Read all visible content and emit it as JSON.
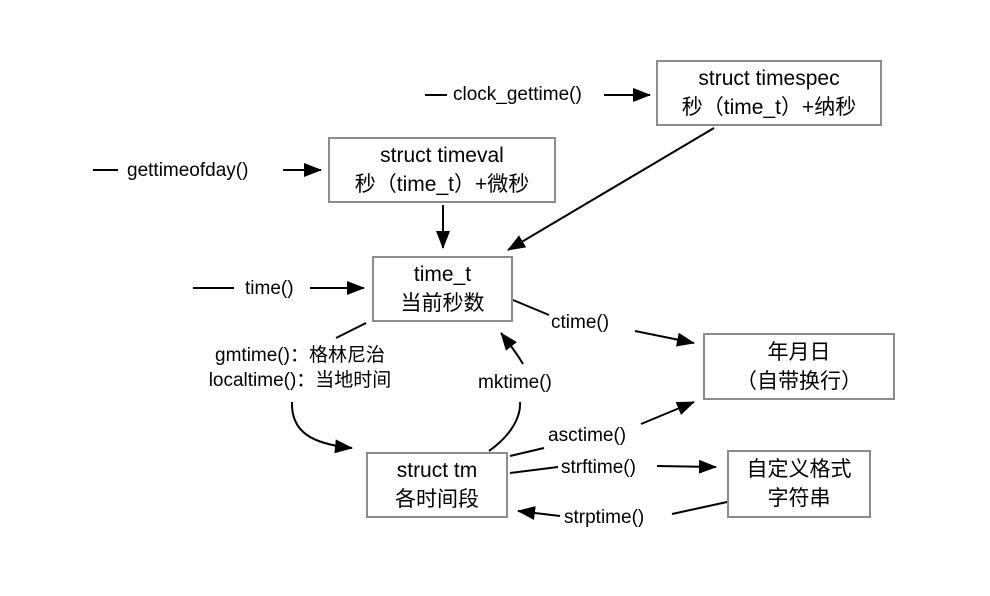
{
  "diagram": {
    "nodes": {
      "timespec": {
        "title": "struct timespec",
        "subtitle": "秒（time_t）+纳秒"
      },
      "timeval": {
        "title": "struct timeval",
        "subtitle": "秒（time_t）+微秒"
      },
      "time_t": {
        "title": "time_t",
        "subtitle": "当前秒数"
      },
      "ymd": {
        "title": "年月日",
        "subtitle": "（自带换行）"
      },
      "tm": {
        "title": "struct tm",
        "subtitle": "各时间段"
      },
      "custom": {
        "title": "自定义格式",
        "subtitle": "字符串"
      }
    },
    "labels": {
      "clock_gettime": "clock_gettime()",
      "gettimeofday": "gettimeofday()",
      "time": "time()",
      "gmtime": "gmtime()：格林尼治",
      "localtime": "localtime()：当地时间",
      "mktime": "mktime()",
      "ctime": "ctime()",
      "asctime": "asctime()",
      "strftime": "strftime()",
      "strptime": "strptime()"
    },
    "colors": {
      "background": "#ffffff",
      "box_border": "#8c8c8c",
      "text": "#000000",
      "line": "#000000"
    }
  }
}
